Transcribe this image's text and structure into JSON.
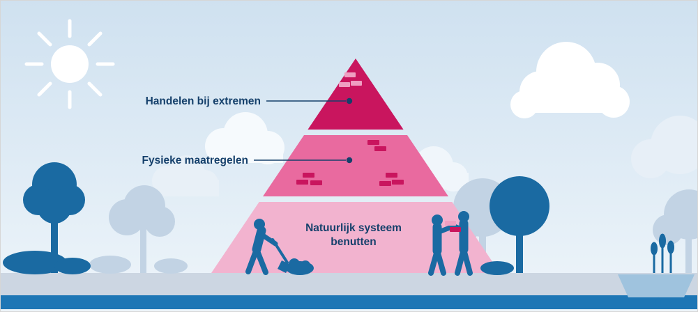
{
  "diagram": {
    "type": "pyramid",
    "description_labels": {
      "top": "Handelen bij extremen",
      "middle": "Fysieke maatregelen",
      "bottom": "Natuurlijk systeem benutten"
    },
    "levels": [
      {
        "rank": 1,
        "position": "top",
        "label": "Handelen bij extremen",
        "color": "#c9155e"
      },
      {
        "rank": 2,
        "position": "middle",
        "label": "Fysieke maatregelen",
        "color": "#e96a9f"
      },
      {
        "rank": 3,
        "position": "bottom",
        "label": "Natuurlijk systeem benutten",
        "color": "#f2b3cf"
      }
    ],
    "level3_label_lines": [
      "Natuurlijk systeem",
      "benutten"
    ]
  },
  "colors": {
    "label_text": "#15406b",
    "sky_top": "#cfe1f0",
    "sky_bottom": "#ecf4fa",
    "sun": "#ffffff",
    "cloud_white": "#ffffff",
    "cloud_faint": "#e7eff7",
    "tree_dark": "#1a6aa2",
    "tree_light": "#c2d3e4",
    "figure": "#1a6aa2",
    "ground": "#ccd6e2",
    "footer_band": "#1d76b5",
    "water": "#9fc3de",
    "drop": "#1d76b5",
    "brick_light": "#ef9fc2",
    "brick_dark": "#c9155e"
  }
}
